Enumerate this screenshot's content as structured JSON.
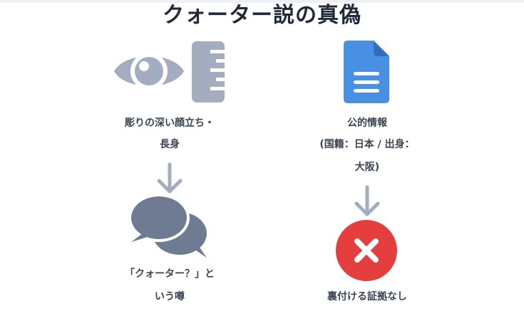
{
  "title": "クォーター説の真偽",
  "left_column": {
    "source_label_line1": "彫りの深い顔立ち・",
    "source_label_line2": "長身",
    "result_label_line1": "「クォーター？」と",
    "result_label_line2": "いう噂",
    "icons": [
      "eye-icon",
      "ruler-icon",
      "arrow-down-icon",
      "speech-bubbles-icon"
    ]
  },
  "right_column": {
    "source_label_line1": "公的情報",
    "source_label_line2": "(国籍：日本 / 出身：",
    "source_label_line3": "大阪)",
    "result_label": "裏付ける証拠なし",
    "icons": [
      "document-icon",
      "arrow-down-icon",
      "cross-circle-icon"
    ]
  },
  "colors": {
    "gray_icon": "#a2adbf",
    "slate_icon": "#6e7b93",
    "blue_icon": "#4a90e2",
    "red_icon": "#e53e3e",
    "text": "#3a4452",
    "title": "#1f2937"
  }
}
